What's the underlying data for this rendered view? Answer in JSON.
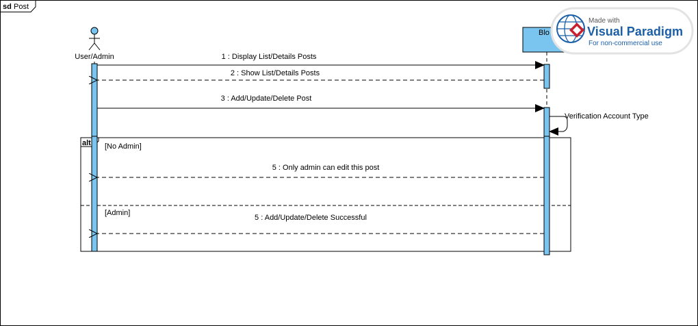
{
  "frame": {
    "keyword": "sd",
    "name": "Post"
  },
  "actor": {
    "name": "User/Admin"
  },
  "lifeline": {
    "name": "Blo"
  },
  "messages": [
    {
      "label": "1 : Display List/Details  Posts",
      "kind": "sync"
    },
    {
      "label": "2 : Show List/Details Posts",
      "kind": "return"
    },
    {
      "label": "3 : Add/Update/Delete Post",
      "kind": "sync"
    },
    {
      "label": "Verification Account Type",
      "kind": "self"
    },
    {
      "label": "5 : Only admin can edit this post",
      "kind": "return"
    },
    {
      "label": "5 : Add/Update/Delete Successful",
      "kind": "return"
    }
  ],
  "fragment": {
    "operator": "alt",
    "guards": [
      "[No Admin]",
      "[Admin]"
    ]
  },
  "watermark": {
    "line1": "Made with",
    "line2": "Visual Paradigm",
    "line3": "For non-commercial use"
  },
  "colors": {
    "lifeline_fill": "#79c5f0",
    "line": "#000000",
    "watermark_red": "#c8202f",
    "watermark_blue": "#1b5fa8"
  }
}
